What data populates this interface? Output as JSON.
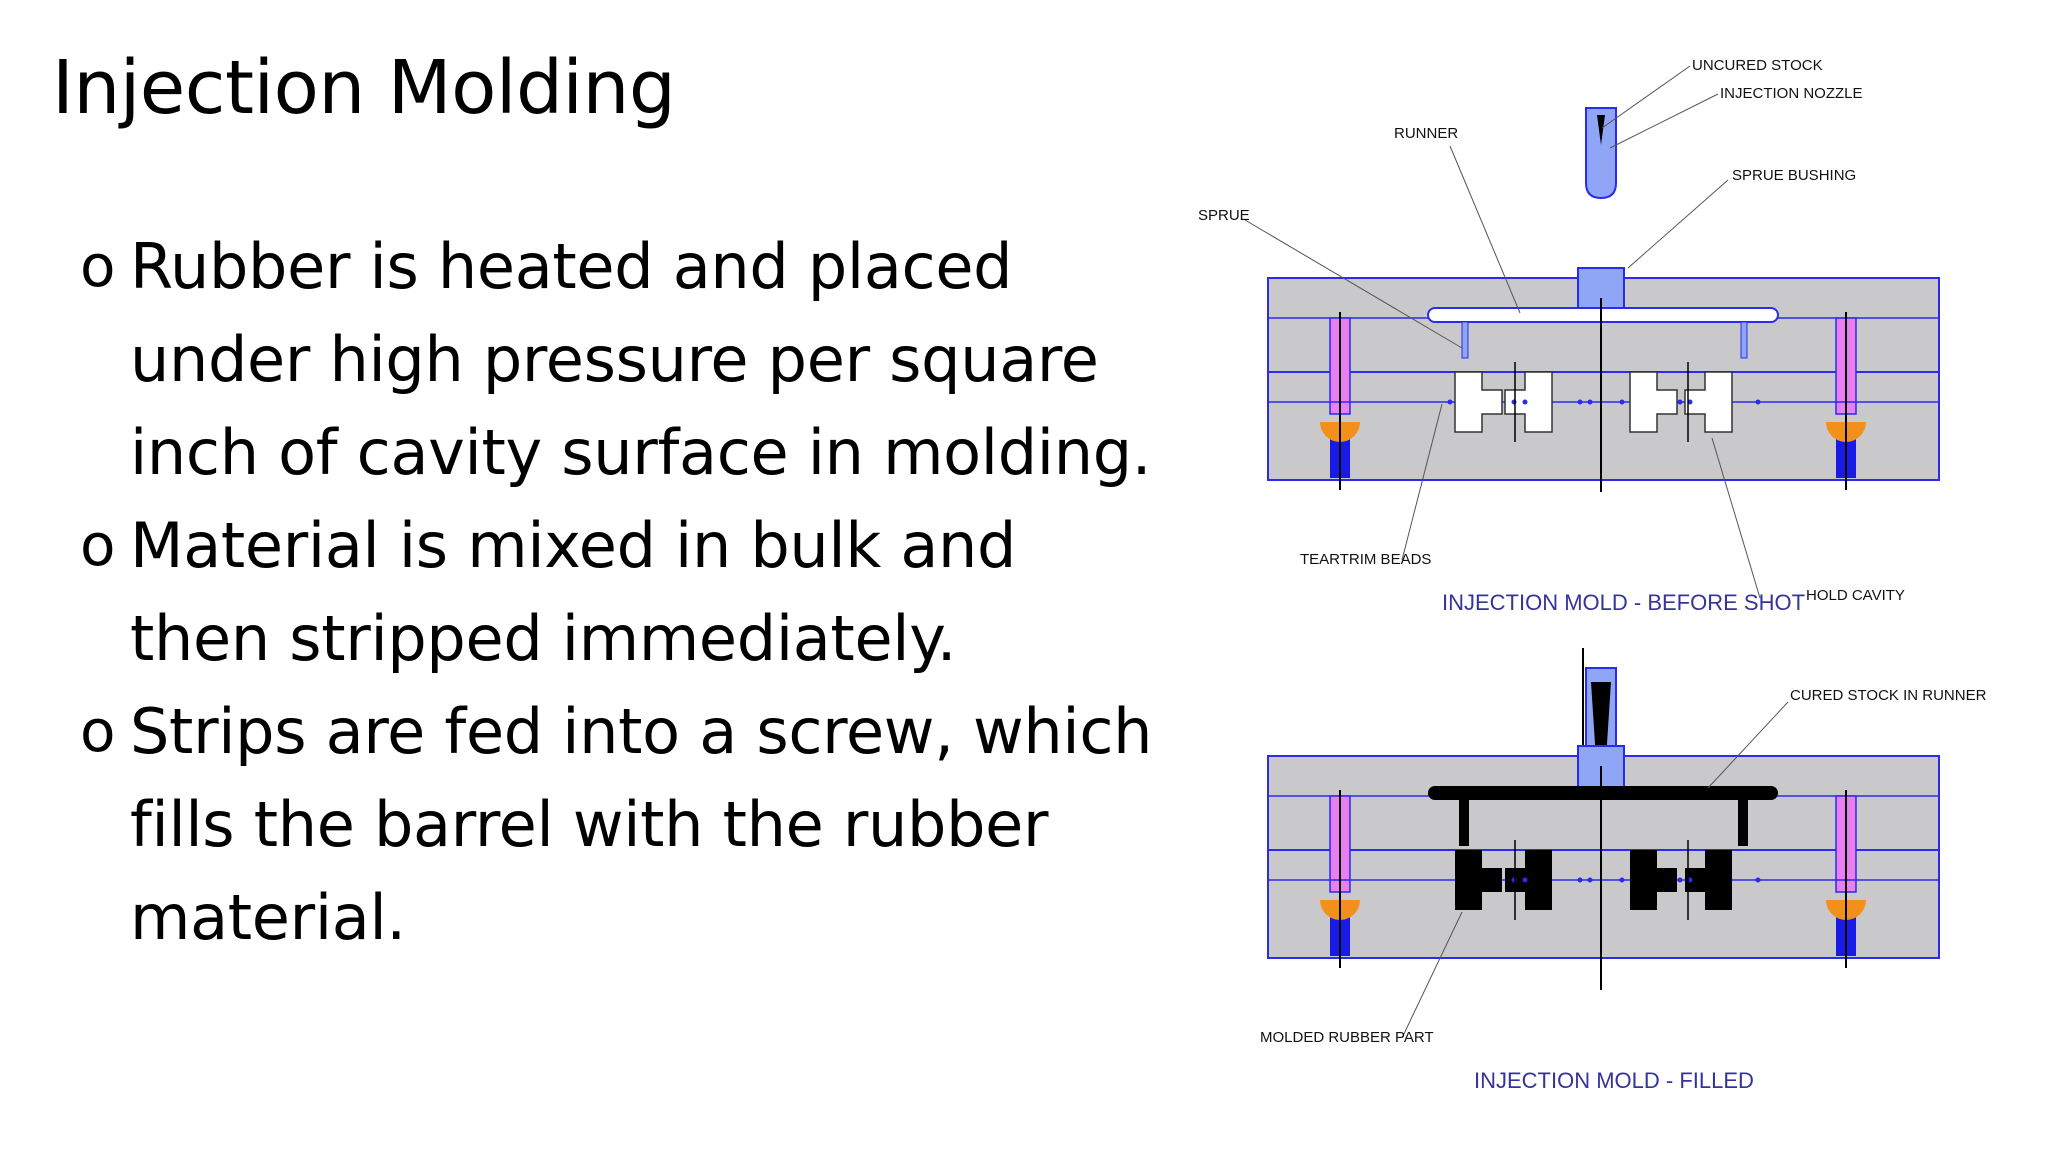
{
  "slide": {
    "title": "Injection Molding",
    "bullet_marker": "o",
    "bullets": [
      "Rubber is heated and placed under high pressure per square inch of cavity surface in molding.",
      "Material is mixed in bulk and then stripped immediately.",
      "Strips are fed into a screw, which fills the barrel with the rubber material."
    ]
  },
  "diagram": {
    "colors": {
      "plate": "#c9c9cb",
      "outline": "#2a2af0",
      "nozzle": "#8ea6f5",
      "pin": "#e97ff0",
      "bushing": "#1a1ae6",
      "bearing": "#f3901c",
      "runner_cured": "#000000",
      "caption": "#34349a"
    },
    "before": {
      "caption": "INJECTION MOLD - BEFORE SHOT",
      "labels": {
        "uncured_stock": "UNCURED STOCK",
        "injection_nozzle": "INJECTION NOZZLE",
        "runner": "RUNNER",
        "sprue_bushing": "SPRUE BUSHING",
        "sprue": "SPRUE",
        "tear_trim_beads": "TEARTRIM BEADS",
        "hold_cavity": "HOLD CAVITY"
      }
    },
    "after": {
      "caption": "INJECTION MOLD - FILLED",
      "labels": {
        "cured_stock_in_runner": "CURED STOCK IN RUNNER",
        "molded_rubber_part": "MOLDED RUBBER PART"
      }
    }
  }
}
